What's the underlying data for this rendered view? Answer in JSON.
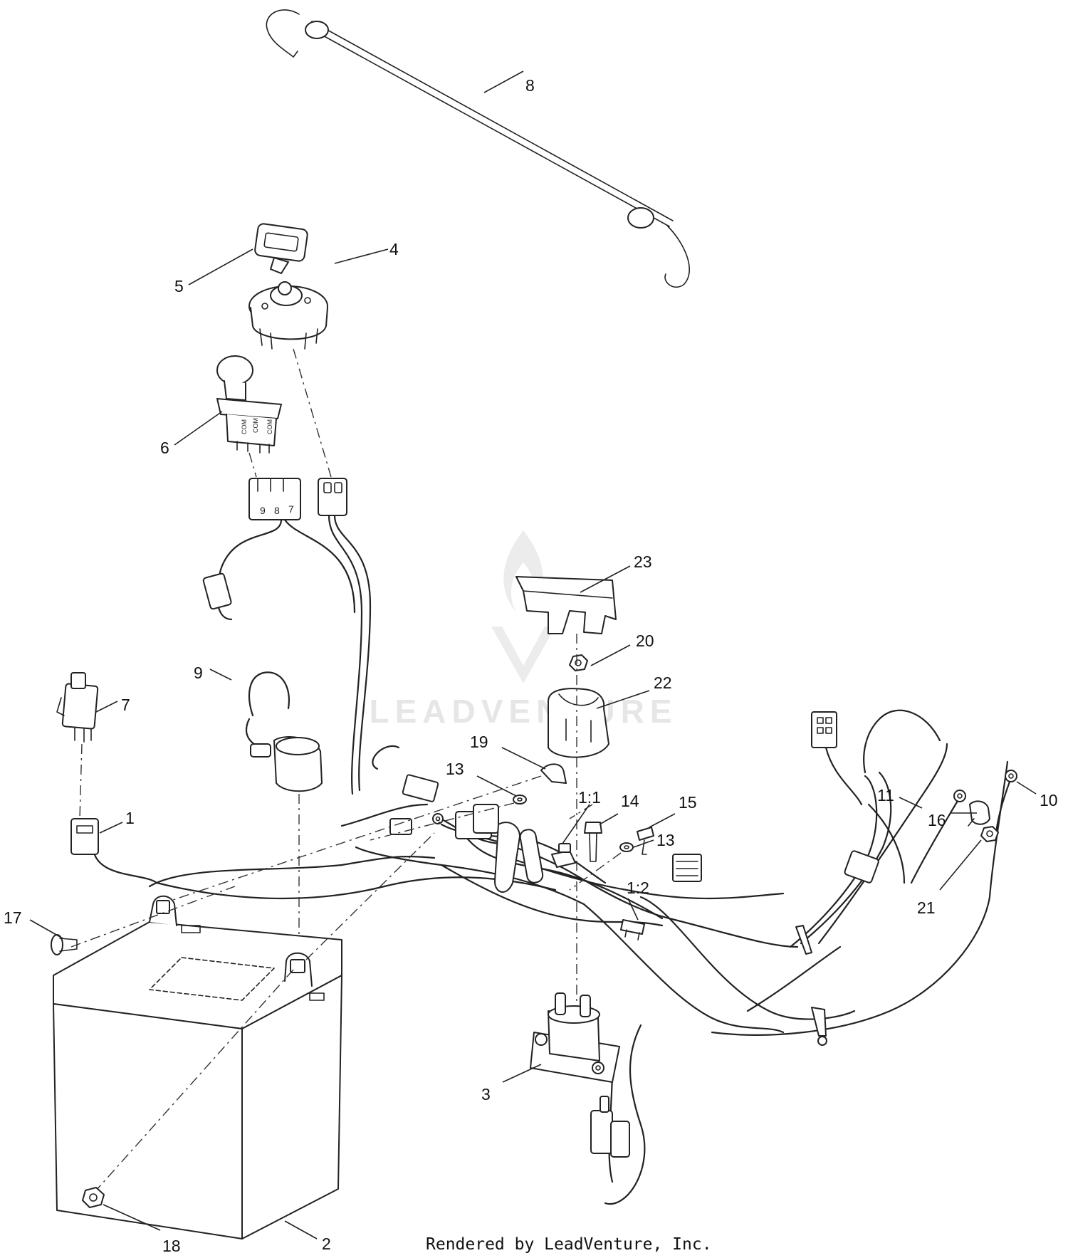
{
  "diagram": {
    "footer": "Rendered by LeadVenture, Inc.",
    "watermark": "LEADVENTURE",
    "callouts": [
      {
        "id": "c8",
        "label": "8"
      },
      {
        "id": "c4",
        "label": "4"
      },
      {
        "id": "c5",
        "label": "5"
      },
      {
        "id": "c6",
        "label": "6"
      },
      {
        "id": "c23",
        "label": "23"
      },
      {
        "id": "c20",
        "label": "20"
      },
      {
        "id": "c22",
        "label": "22"
      },
      {
        "id": "c9",
        "label": "9"
      },
      {
        "id": "c7",
        "label": "7"
      },
      {
        "id": "c19",
        "label": "19"
      },
      {
        "id": "c13a",
        "label": "13"
      },
      {
        "id": "c1_1",
        "label": "1:1"
      },
      {
        "id": "c14",
        "label": "14"
      },
      {
        "id": "c15",
        "label": "15"
      },
      {
        "id": "c13b",
        "label": "13"
      },
      {
        "id": "c11",
        "label": "11"
      },
      {
        "id": "c16",
        "label": "16"
      },
      {
        "id": "c10",
        "label": "10"
      },
      {
        "id": "c1",
        "label": "1"
      },
      {
        "id": "c1_2",
        "label": "1:2"
      },
      {
        "id": "c21",
        "label": "21"
      },
      {
        "id": "c17",
        "label": "17"
      },
      {
        "id": "c3",
        "label": "3"
      },
      {
        "id": "c2",
        "label": "2"
      },
      {
        "id": "c18",
        "label": "18"
      }
    ],
    "connector_markings": {
      "terminal_9": "9",
      "terminal_8": "8",
      "terminal_7": "7",
      "switch_com_1": "COM",
      "switch_com_2": "COM",
      "switch_com_3": "COM"
    }
  }
}
